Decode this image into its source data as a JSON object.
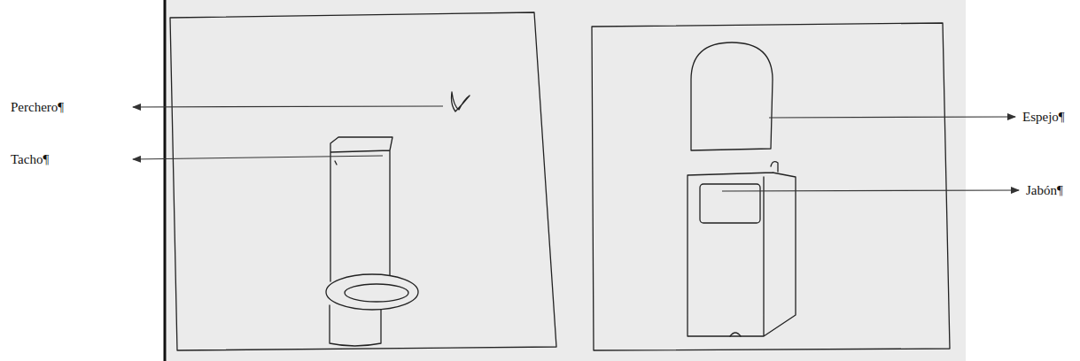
{
  "diagram": {
    "labels": [
      "Perchero¶",
      "Tacho¶",
      "Espejo¶",
      "Jabón¶"
    ]
  }
}
